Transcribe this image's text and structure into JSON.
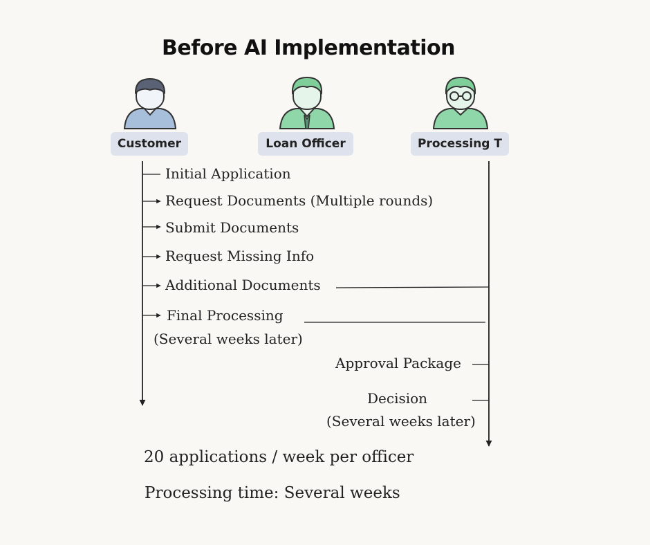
{
  "title": "Before AI Implementation",
  "actors": [
    {
      "label": "Customer",
      "icon": "customer-avatar-icon"
    },
    {
      "label": "Loan Officer",
      "icon": "loan-officer-avatar-icon"
    },
    {
      "label": "Processing T",
      "icon": "processing-team-avatar-icon"
    }
  ],
  "customer_steps": [
    "Initial Application",
    "Request Documents (Multiple rounds)",
    "Submit Documents",
    "Request Missing Info",
    "Additional Documents",
    "Final Processing",
    "(Several weeks later)"
  ],
  "processing_steps": [
    "Approval Package",
    "Decision",
    "(Several weeks later)"
  ],
  "stats": [
    "20 applications / week per officer",
    "Processing time: Several weeks"
  ],
  "colors": {
    "customer": "#7b9ccc",
    "officer": "#7fd3a0",
    "processing": "#7fd3a0",
    "label_bg": "#dde2ec"
  }
}
